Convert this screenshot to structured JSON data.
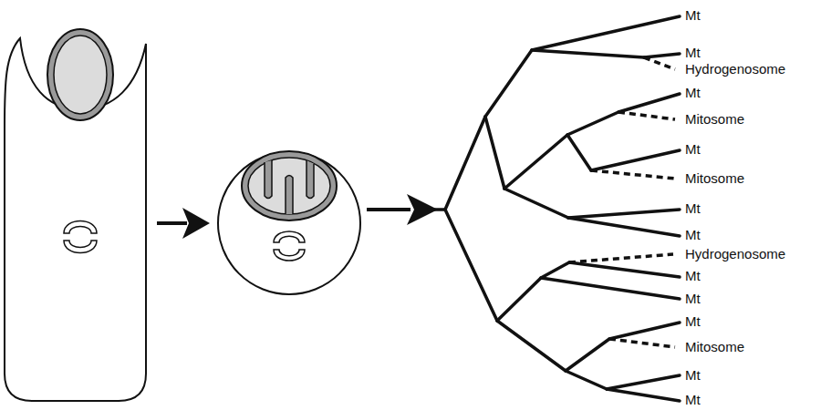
{
  "diagram": {
    "labels": [
      "Mt",
      "Mt",
      "Hydrogenosome",
      "Mt",
      "Mitosome",
      "Mt",
      "Mitosome",
      "Mt",
      "Mt",
      "Hydrogenosome",
      "Mt",
      "Mt",
      "Mt",
      "Mitosome",
      "Mt",
      "Mt"
    ]
  }
}
